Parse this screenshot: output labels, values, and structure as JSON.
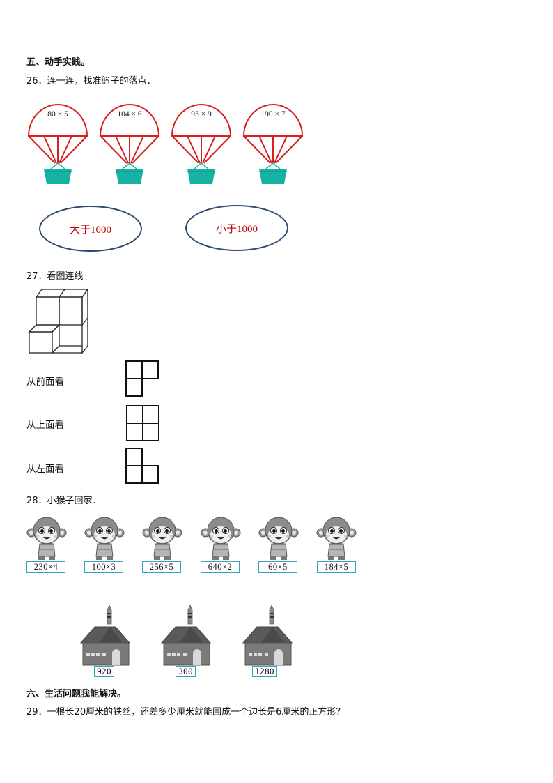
{
  "section5": {
    "title": "五、动手实践。"
  },
  "q26": {
    "text": "26．连一连，找准篮子的落点．",
    "parachutes": [
      {
        "expr": "80 × 5"
      },
      {
        "expr": "104 × 6"
      },
      {
        "expr": "93 × 9"
      },
      {
        "expr": "190 × 7"
      }
    ],
    "targets": [
      "大于1000",
      "小于1000"
    ],
    "colors": {
      "canopy": "#d61f1f",
      "basket": "#16b3a4",
      "oval_border": "#2e4a6e",
      "target_text": "#c00000"
    }
  },
  "q27": {
    "text": "27．看图连线",
    "views": [
      "从前面看",
      "从上面看",
      "从左面看"
    ]
  },
  "q28": {
    "text": "28．小猴子回家．",
    "monkeys": [
      "230×4",
      "100×3",
      "256×5",
      "640×2",
      "60×5",
      "184×5"
    ],
    "houses": [
      "920",
      "300",
      "1280"
    ],
    "colors": {
      "box_border": "#3aa0c0",
      "house": "#6b6b6b"
    }
  },
  "section6": {
    "title": "六、生活问题我能解决。"
  },
  "q29": {
    "text": "29．一根长20厘米的铁丝，还差多少厘米就能围成一个边长是6厘米的正方形？"
  }
}
